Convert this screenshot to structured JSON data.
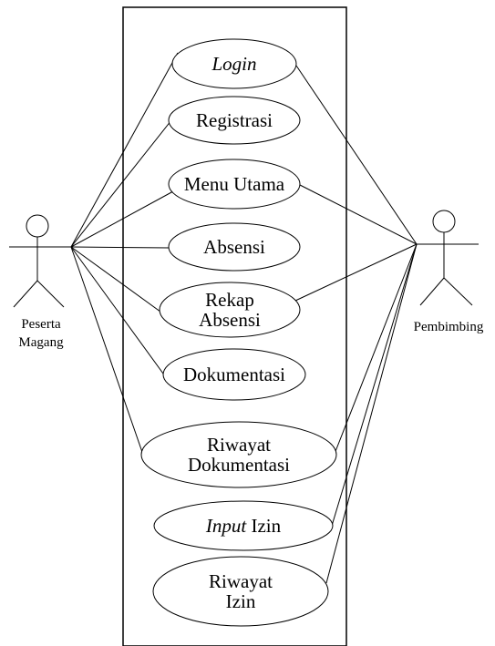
{
  "actors": {
    "left": {
      "name": [
        "Peserta",
        "Magang"
      ]
    },
    "right": {
      "name": "Pembimbing"
    }
  },
  "use_cases": [
    {
      "id": "login",
      "lines": [
        [
          {
            "text": "Login",
            "italic": true
          }
        ]
      ]
    },
    {
      "id": "registrasi",
      "lines": [
        [
          {
            "text": "Registrasi"
          }
        ]
      ]
    },
    {
      "id": "menu-utama",
      "lines": [
        [
          {
            "text": "Menu Utama"
          }
        ]
      ]
    },
    {
      "id": "absensi",
      "lines": [
        [
          {
            "text": "Absensi"
          }
        ]
      ]
    },
    {
      "id": "rekap-absensi",
      "lines": [
        [
          {
            "text": "Rekap"
          }
        ],
        [
          {
            "text": "Absensi"
          }
        ]
      ]
    },
    {
      "id": "dokumentasi",
      "lines": [
        [
          {
            "text": "Dokumentasi"
          }
        ]
      ]
    },
    {
      "id": "riwayat-dokumentasi",
      "lines": [
        [
          {
            "text": "Riwayat"
          }
        ],
        [
          {
            "text": "Dokumentasi"
          }
        ]
      ]
    },
    {
      "id": "input-izin",
      "lines": [
        [
          {
            "text": "Input",
            "italic": true
          },
          {
            "text": " Izin"
          }
        ]
      ]
    },
    {
      "id": "riwayat-izin",
      "lines": [
        [
          {
            "text": "Riwayat"
          }
        ],
        [
          {
            "text": "Izin"
          }
        ]
      ]
    }
  ],
  "associations": {
    "left": [
      "login",
      "registrasi",
      "menu-utama",
      "absensi",
      "rekap-absensi",
      "dokumentasi",
      "riwayat-dokumentasi"
    ],
    "right": [
      "login",
      "menu-utama",
      "rekap-absensi",
      "riwayat-dokumentasi",
      "input-izin",
      "riwayat-izin"
    ]
  }
}
